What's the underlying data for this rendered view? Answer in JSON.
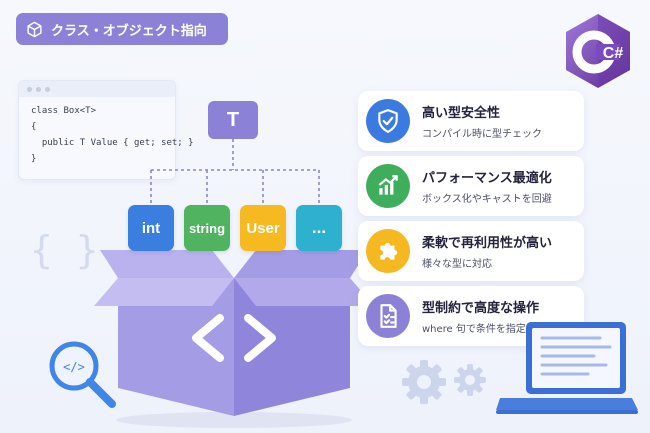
{
  "header": {
    "title": "クラス・オブジェクト指向"
  },
  "code": {
    "lines": [
      "class Box<T>",
      "{",
      "  public T Value { get; set; }",
      "}"
    ]
  },
  "diagram": {
    "type_param": "T",
    "types": [
      "int",
      "string",
      "User",
      "..."
    ]
  },
  "features": [
    {
      "title": "高い型安全性",
      "desc": "コンパイル時に型チェック",
      "icon": "shield-check-icon",
      "color": "#3b7be0"
    },
    {
      "title": "パフォーマンス最適化",
      "desc": "ボックス化やキャストを回避",
      "icon": "growth-chart-icon",
      "color": "#3fae5c"
    },
    {
      "title": "柔軟で再利用性が高い",
      "desc": "様々な型に対応",
      "icon": "puzzle-icon",
      "color": "#f5b820"
    },
    {
      "title": "型制約で高度な操作",
      "desc": "where 句で条件を指定",
      "icon": "checklist-doc-icon",
      "color": "#8b82d8"
    }
  ],
  "logo": {
    "text": "C#"
  }
}
